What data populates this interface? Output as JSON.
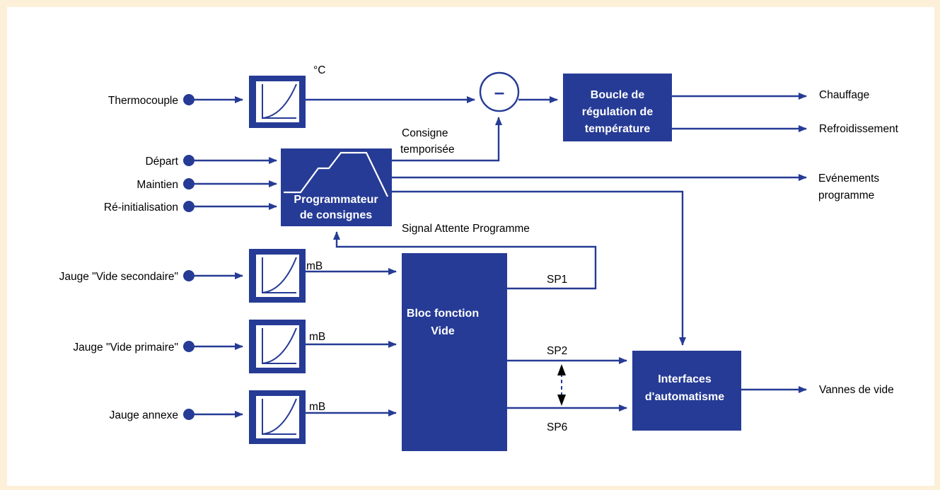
{
  "inputs": {
    "thermocouple": "Thermocouple",
    "depart": "Départ",
    "maintien": "Maintien",
    "reinit": "Ré-initialisation",
    "jauge_vide_secondaire": "Jauge \"Vide secondaire\"",
    "jauge_vide_primaire": "Jauge \"Vide primaire\"",
    "jauge_annexe": "Jauge annexe"
  },
  "units": {
    "celsius": "°C",
    "mb1": "mB",
    "mb2": "mB",
    "mb3": "mB"
  },
  "blocks": {
    "boucle": [
      "Boucle de",
      "régulation de",
      "température"
    ],
    "programmateur": [
      "Programmateur",
      "de consignes"
    ],
    "bloc_vide": [
      "Bloc fonction",
      "Vide"
    ],
    "interfaces": [
      "Interfaces",
      "d'automatisme"
    ],
    "soustracteur": "–"
  },
  "signals": {
    "consigne": [
      "Consigne",
      "temporisée"
    ],
    "attente": "Signal Attente Programme",
    "sp1": "SP1",
    "sp2": "SP2",
    "sp6": "SP6"
  },
  "outputs": {
    "chauffage": "Chauffage",
    "refroidissement": "Refroidissement",
    "evenements": [
      "Evénements",
      "programme"
    ],
    "vannes": "Vannes de vide"
  },
  "colors": {
    "block": "#263b95",
    "background": "#fdf0d9"
  }
}
